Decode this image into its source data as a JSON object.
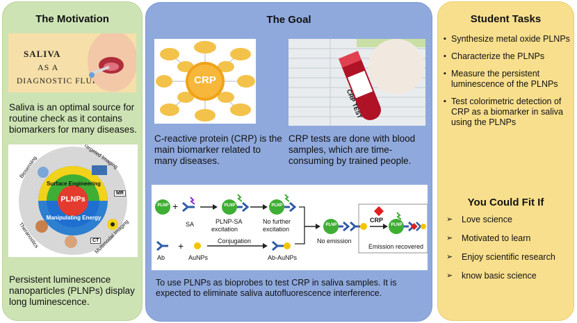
{
  "motivation": {
    "title": "The Motivation",
    "banner": {
      "line1": "SALIVA",
      "line2": "AS A",
      "line3": "DIAGNOSTIC FLUID"
    },
    "text1": "Saliva is an optimal source for routine check as it contains biomarkers for many diseases.",
    "wheel": {
      "center": "PLNPs",
      "inner_top": "Surface Engineering",
      "inner_bottom": "Manipulating Energy",
      "outer": [
        "Biosensing",
        "Targeted Imaging",
        "Multimodal Imaging",
        "Theranostics"
      ],
      "tags": [
        "MR",
        "CT"
      ]
    },
    "text2": "Persistent luminescence nanoparticles (PLNPs) display long luminescence."
  },
  "goal": {
    "title": "The Goal",
    "crp_label": "CRP",
    "crp_text": "C-reactive protein (CRP) is the main biomarker related to many diseases.",
    "tube_label": "CRP TEST",
    "test_text": "CRP tests are done with blood samples, which are time-consuming by trained people.",
    "scheme": {
      "plnp": "PLNP",
      "sa": "SA",
      "plnp_sa": "PLNP-SA",
      "excitation": "excitation",
      "no_further": "No further",
      "ab": "Ab",
      "aunps": "AuNPs",
      "conjugation": "Conjugation",
      "ab_aunps": "Ab-AuNPs",
      "no_emission": "No emission",
      "crp": "CRP",
      "emission_recovered": "Emission recovered",
      "plus": "+"
    },
    "bottom_text": "To use PLNPs as bioprobes to test CRP in saliva samples. It is expected to eliminate saliva autofluorescence interference."
  },
  "tasks": {
    "title": "Student Tasks",
    "items": [
      "Synthesize metal oxide PLNPs",
      "Characterize the PLNPs",
      "Measure the persistent luminescence of the PLNPs",
      "Test colorimetric detection of CRP as a biomarker in saliva using the PLNPs"
    ],
    "fit_title": "You Could Fit If",
    "fit_items": [
      "Love science",
      "Motivated to learn",
      "Enjoy scientific research",
      "know basic science"
    ]
  },
  "colors": {
    "motivation_bg": "#cde3b4",
    "goal_bg": "#8fa9dd",
    "tasks_bg": "#f8df8d",
    "plnp_green": "#3fae34",
    "ab_blue": "#2f5aa8",
    "aunp_yellow": "#f2c500",
    "crp_red": "#e02020"
  }
}
